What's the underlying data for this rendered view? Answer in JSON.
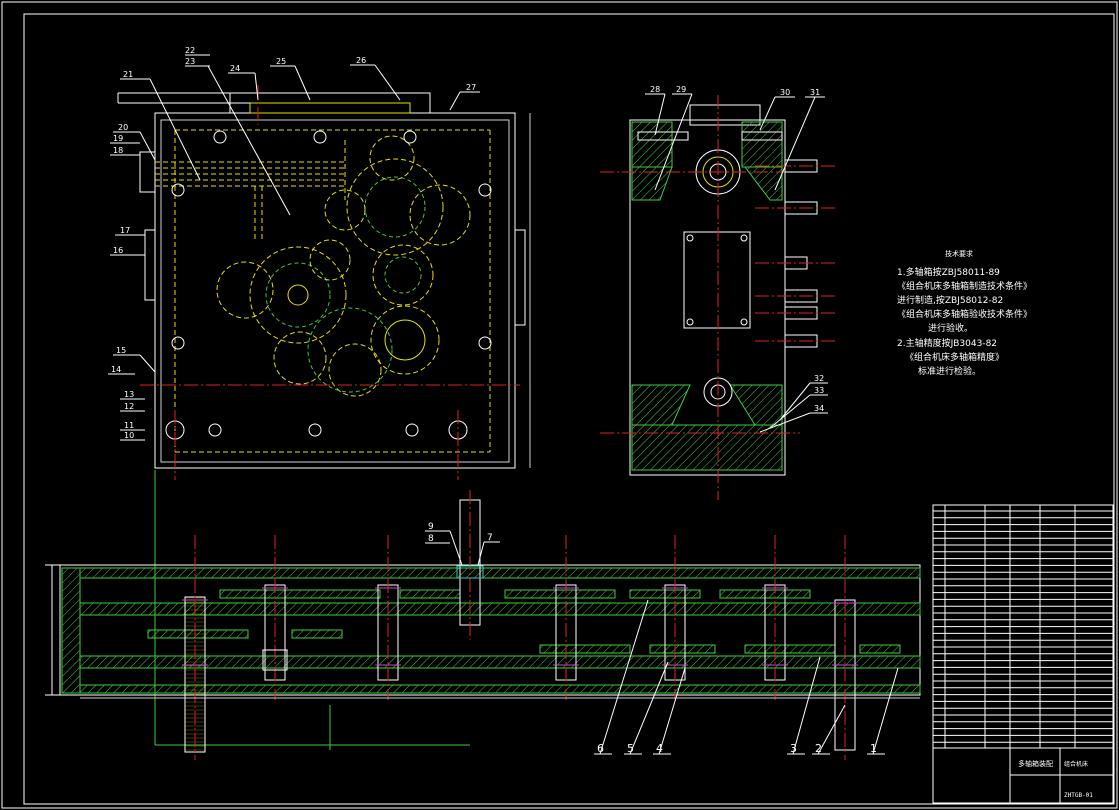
{
  "drawing": {
    "part_callouts_top": [
      "21",
      "22",
      "23",
      "24",
      "25",
      "26",
      "27",
      "28",
      "29",
      "30",
      "31"
    ],
    "part_callouts_left": [
      "20",
      "19",
      "18",
      "17",
      "16",
      "15",
      "14",
      "13",
      "12",
      "11",
      "10"
    ],
    "part_callouts_right": [
      "32",
      "33",
      "34"
    ],
    "part_callouts_bottom": [
      "9",
      "8",
      "7",
      "6",
      "5",
      "4",
      "3",
      "2",
      "1"
    ],
    "tech_requirements": {
      "heading": "技术要求",
      "lines": [
        "1.多轴箱按ZBJ58011-89",
        "《组合机床多轴箱制造技术条件》",
        "进行制造,按ZBJ58012-82",
        "《组合机床多轴箱验收技术条件》",
        "进行验收。",
        "2.主轴精度按JB3043-82",
        "《组合机床多轴箱精度》",
        "标准进行检验。"
      ]
    },
    "title_block": {
      "drawing_number": "ZHTGB-01",
      "assembly_name": "多轴箱装配",
      "material": "组合机床"
    }
  },
  "colors": {
    "background": "#000000",
    "outline": "#ffffff",
    "gear_dashed": "#e8e000",
    "hatch": "#3ecb3e",
    "center_line": "#e02020"
  }
}
